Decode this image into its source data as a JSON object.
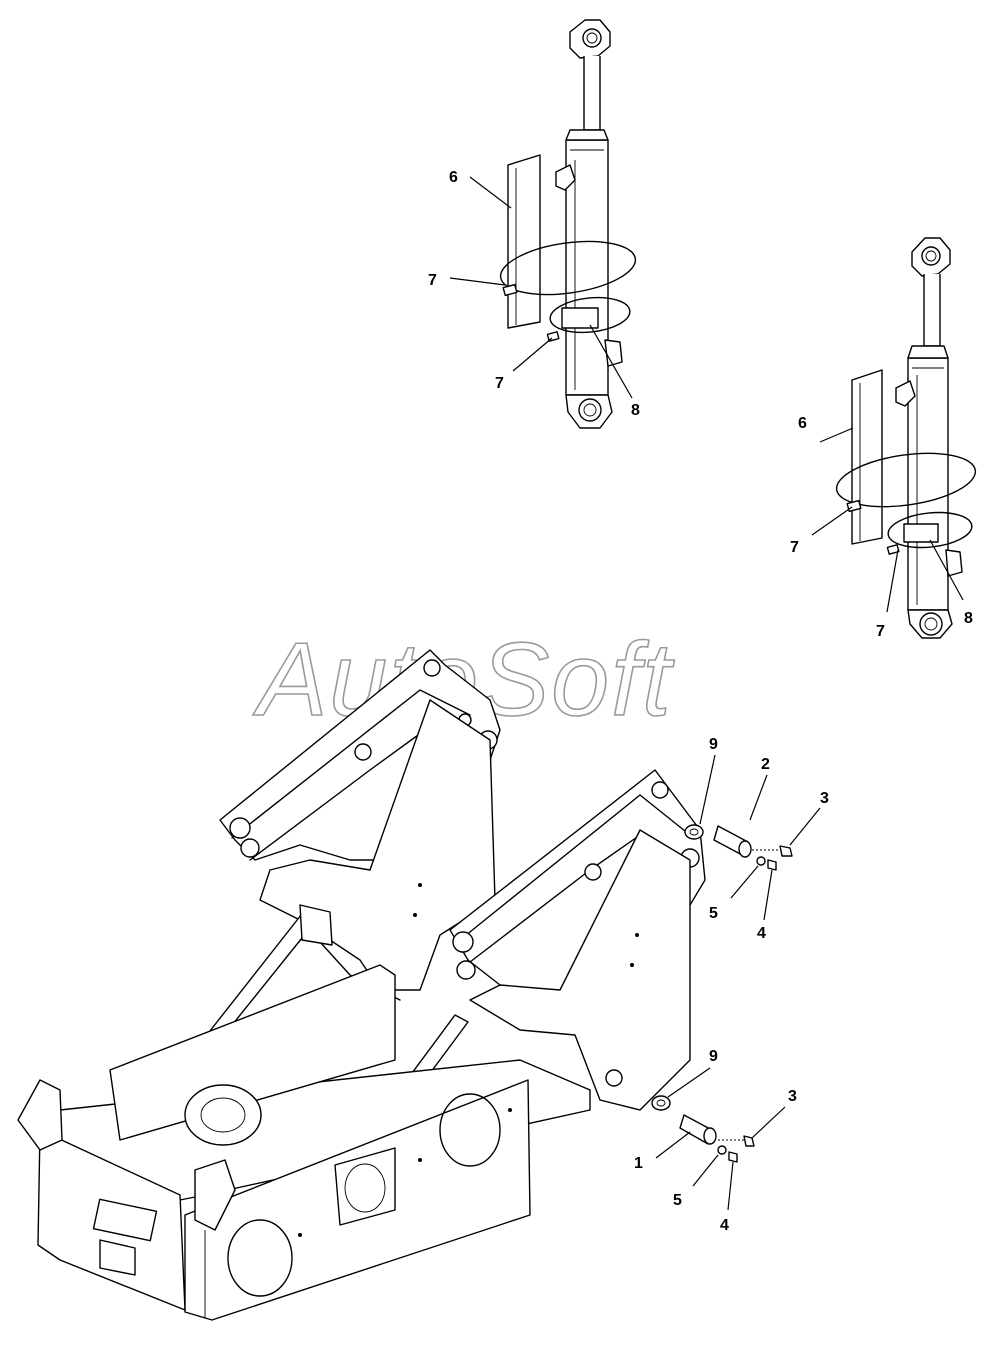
{
  "watermark": "AutoSoft",
  "callouts": {
    "upper_left": {
      "p6": "6",
      "p7a": "7",
      "p7b": "7",
      "p8": "8"
    },
    "upper_right": {
      "p6": "6",
      "p7a": "7",
      "p7b": "7",
      "p8": "8"
    },
    "pin_upper": {
      "p9": "9",
      "p2": "2",
      "p3": "3",
      "p5": "5",
      "p4": "4"
    },
    "pin_lower": {
      "p9": "9",
      "p1": "1",
      "p3": "3",
      "p5": "5",
      "p4": "4"
    }
  }
}
